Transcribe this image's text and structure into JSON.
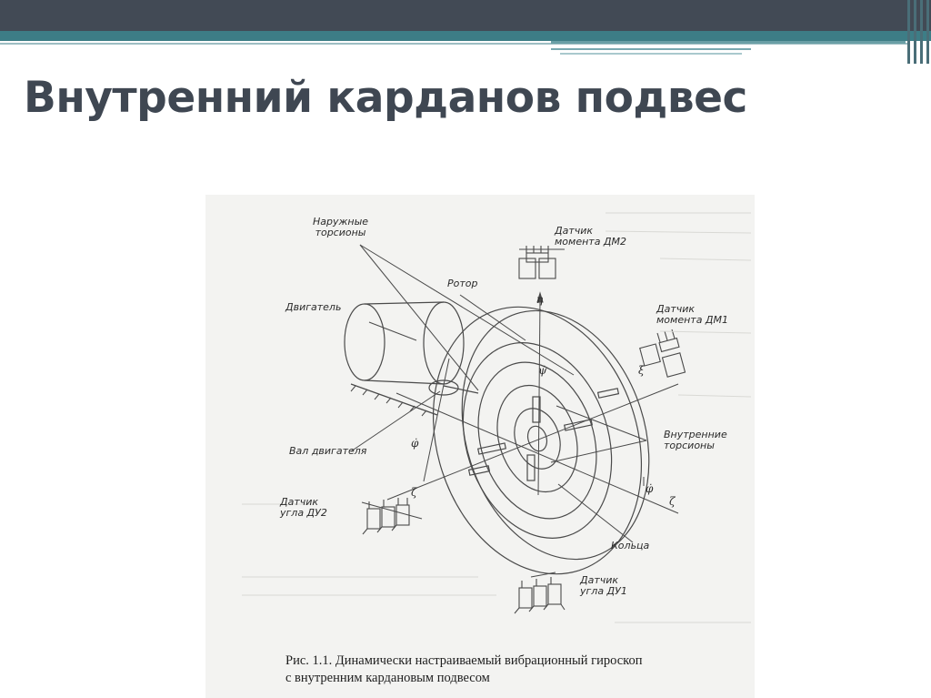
{
  "slide": {
    "title": "Внутренний карданов подвес"
  },
  "figure": {
    "labels": {
      "outer_torsions": [
        "Наружные",
        "торсионы"
      ],
      "engine": "Двигатель",
      "rotor": "Ротор",
      "sensor_dm2": [
        "Датчик",
        "момента ДМ2"
      ],
      "sensor_dm1": [
        "Датчик",
        "момента ДМ1"
      ],
      "inner_torsions": [
        "Внутренние",
        "торсионы"
      ],
      "engine_shaft": "Вал двигателя",
      "sensor_du2": [
        "Датчик",
        "угла ДУ2"
      ],
      "rings": "Кольца",
      "sensor_du1": [
        "Датчик",
        "угла ДУ1"
      ]
    },
    "axis_symbols": {
      "eta_top": "η",
      "psi_dot": "ψ̇",
      "xi_dot_left": "ξ̇",
      "phi_dot_left": "φ̇",
      "zeta_left": "ζ",
      "phi_dot_right": "φ̇",
      "zeta_right": "ζ"
    },
    "caption": {
      "prefix": "Рис. 1.1.",
      "line1": "Динамически настраиваемый вибрационный гироскоп",
      "line2": "с внутренним кардановым подвесом"
    }
  }
}
